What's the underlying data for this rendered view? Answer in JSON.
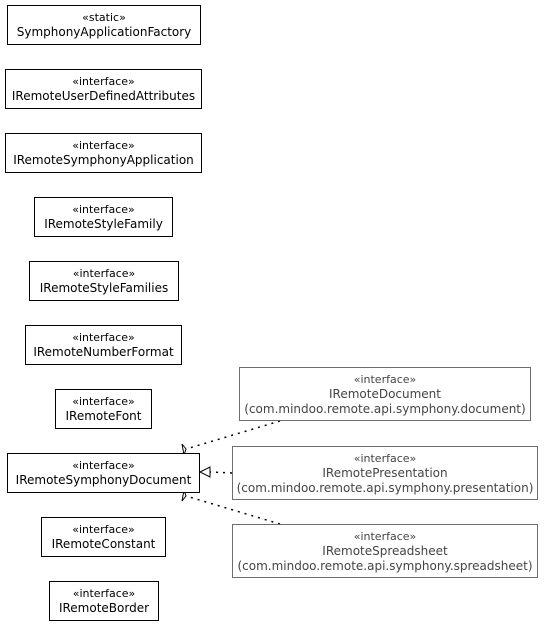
{
  "classes": [
    {
      "stereotype": "«static»",
      "name": "SymphonyApplicationFactory"
    },
    {
      "stereotype": "«interface»",
      "name": "IRemoteUserDefinedAttributes"
    },
    {
      "stereotype": "«interface»",
      "name": "IRemoteSymphonyApplication"
    },
    {
      "stereotype": "«interface»",
      "name": "IRemoteStyleFamily"
    },
    {
      "stereotype": "«interface»",
      "name": "IRemoteStyleFamilies"
    },
    {
      "stereotype": "«interface»",
      "name": "IRemoteNumberFormat"
    },
    {
      "stereotype": "«interface»",
      "name": "IRemoteFont"
    },
    {
      "stereotype": "«interface»",
      "name": "IRemoteSymphonyDocument"
    },
    {
      "stereotype": "«interface»",
      "name": "IRemoteConstant"
    },
    {
      "stereotype": "«interface»",
      "name": "IRemoteBorder"
    }
  ],
  "external_classes": [
    {
      "stereotype": "«interface»",
      "name": "IRemoteDocument",
      "package": "(com.mindoo.remote.api.symphony.document)"
    },
    {
      "stereotype": "«interface»",
      "name": "IRemotePresentation",
      "package": "(com.mindoo.remote.api.symphony.presentation)"
    },
    {
      "stereotype": "«interface»",
      "name": "IRemoteSpreadsheet",
      "package": "(com.mindoo.remote.api.symphony.spreadsheet)"
    }
  ]
}
